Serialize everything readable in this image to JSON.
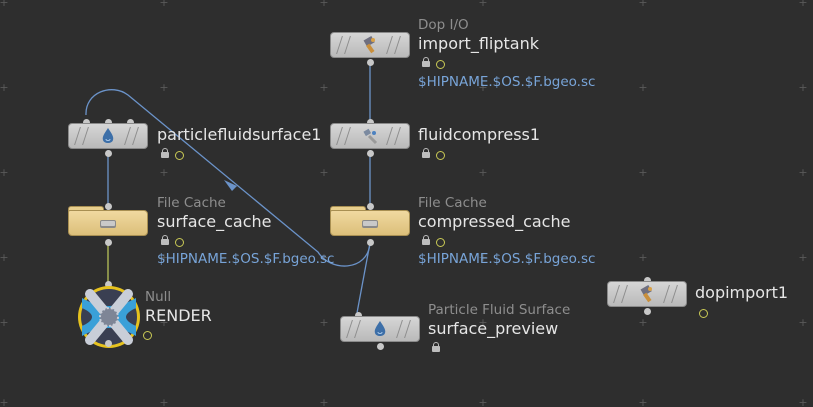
{
  "nodes": {
    "import_fliptank": {
      "type_label": "Dop I/O",
      "name": "import_fliptank",
      "param": "$HIPNAME.$OS.$F.bgeo.sc",
      "icon": "dop-import-icon"
    },
    "particlefluidsurface1": {
      "name": "particlefluidsurface1",
      "icon": "particle-fluid-surface-icon"
    },
    "fluidcompress1": {
      "name": "fluidcompress1",
      "icon": "fluid-compress-icon"
    },
    "surface_cache": {
      "type_label": "File Cache",
      "name": "surface_cache",
      "param": "$HIPNAME.$OS.$F.bgeo.sc",
      "icon": "file-cache-icon"
    },
    "compressed_cache": {
      "type_label": "File Cache",
      "name": "compressed_cache",
      "param": "$HIPNAME.$OS.$F.bgeo.sc",
      "icon": "file-cache-icon"
    },
    "render": {
      "type_label": "Null",
      "name": "RENDER",
      "icon": "null-node-icon"
    },
    "surface_preview": {
      "type_label": "Particle Fluid Surface",
      "name": "surface_preview",
      "icon": "particle-fluid-surface-icon"
    },
    "dopimport1": {
      "name": "dopimport1",
      "icon": "dop-import-icon"
    }
  },
  "colors": {
    "background": "#2e2e2e",
    "wire": "#6b93c9",
    "param_text": "#78a4d8",
    "filecache_node": "#e6cd8a",
    "node_gray": "#c8c8c8",
    "render_flag": "#e6c21e",
    "display_flag": "#3aa0d8"
  }
}
